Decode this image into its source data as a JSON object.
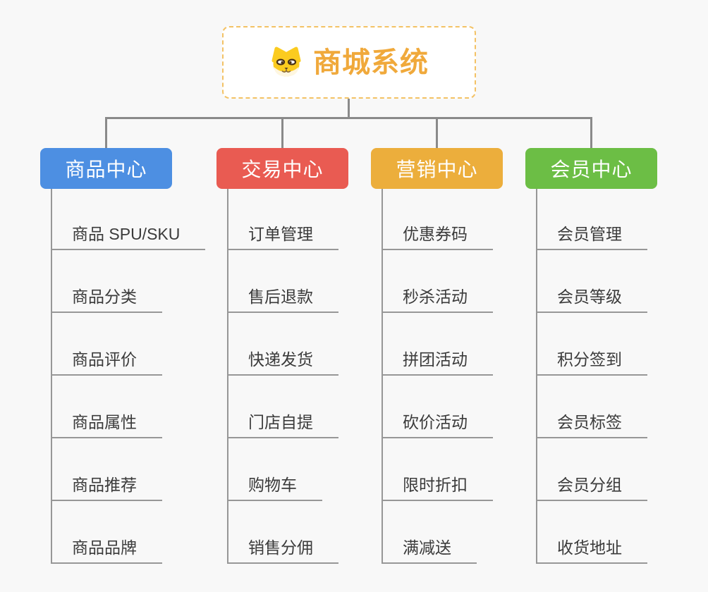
{
  "root": {
    "title": "商城系统",
    "icon": "dog-logo-icon",
    "title_color": "#f0a93b",
    "border_color": "#f3c265"
  },
  "connector_color": "#8a8a8a",
  "background_color": "#f8f8f8",
  "child_underline_color": "#979797",
  "child_text_color": "#3b3b3b",
  "branches": [
    {
      "label": "商品中心",
      "color": "#4d8fe2",
      "children": [
        "商品 SPU/SKU",
        "商品分类",
        "商品评价",
        "商品属性",
        "商品推荐",
        "商品品牌"
      ]
    },
    {
      "label": "交易中心",
      "color": "#e95b52",
      "children": [
        "订单管理",
        "售后退款",
        "快递发货",
        "门店自提",
        "购物车",
        "销售分佣"
      ]
    },
    {
      "label": "营销中心",
      "color": "#ecae3c",
      "children": [
        "优惠券码",
        "秒杀活动",
        "拼团活动",
        "砍价活动",
        "限时折扣",
        "满减送"
      ]
    },
    {
      "label": "会员中心",
      "color": "#6cbe45",
      "children": [
        "会员管理",
        "会员等级",
        "积分签到",
        "会员标签",
        "会员分组",
        "收货地址"
      ]
    }
  ]
}
